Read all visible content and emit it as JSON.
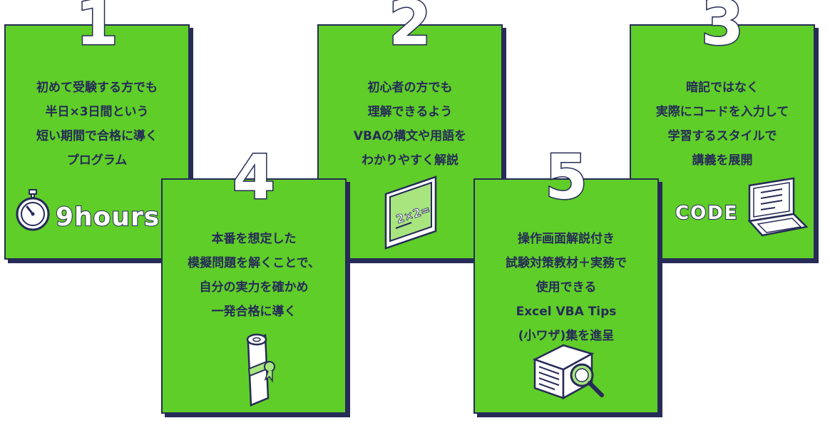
{
  "colors": {
    "card": "#5fce28",
    "ink": "#262b57",
    "paper": "#ffffff",
    "accent": "#a8e57f"
  },
  "cards": [
    {
      "number": "1",
      "lines": [
        "初めて受験する方でも",
        "半日×3日間という",
        "短い期間で合格に導く",
        "プログラム"
      ],
      "icon": "stopwatch-icon",
      "badge": "9hours"
    },
    {
      "number": "2",
      "lines": [
        "初心者の方でも",
        "理解できるよう",
        "VBAの構文や用語を",
        "わかりやすく解説"
      ],
      "icon": "chalkboard-icon",
      "badge": "2×2="
    },
    {
      "number": "3",
      "lines": [
        "暗記ではなく",
        "実際にコードを入力して",
        "学習するスタイルで",
        "講義を展開"
      ],
      "icon": "laptop-icon",
      "badge": "CODE"
    },
    {
      "number": "4",
      "lines": [
        "本番を想定した",
        "模擬問題を解くことで、",
        "自分の実力を確かめ",
        "一発合格に導く"
      ],
      "icon": "diploma-scroll-icon"
    },
    {
      "number": "5",
      "lines": [
        "操作画面解説付き",
        "試験対策教材＋実務で",
        "使用できる",
        "Excel VBA Tips",
        "(小ワザ)集を進呈"
      ],
      "icon": "book-magnifier-icon"
    }
  ]
}
